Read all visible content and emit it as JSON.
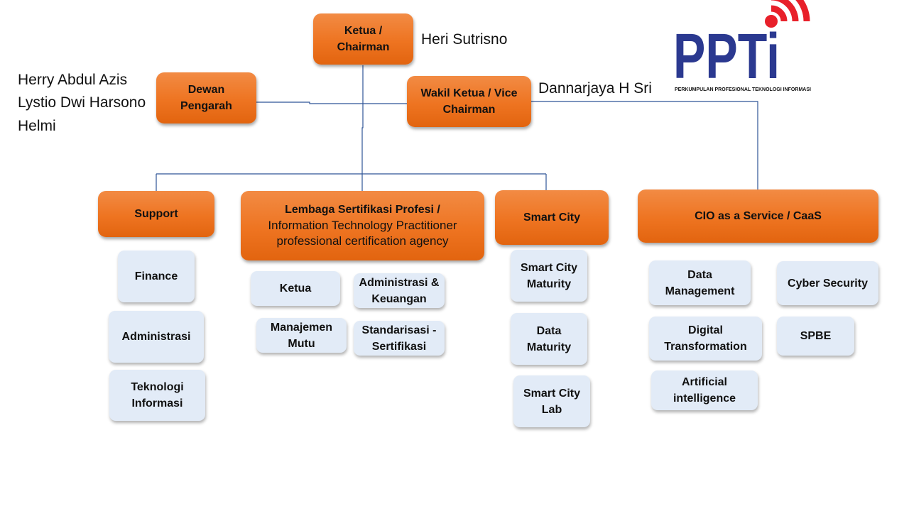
{
  "colors": {
    "orange": "#ee7421",
    "blue_box": "#e2ebf7",
    "connector": "#2f5597",
    "logo_blue": "#2b3990",
    "logo_red": "#e8202a"
  },
  "logo": {
    "letters": "PPTi",
    "tagline": "PERKUMPULAN PROFESIONAL TEKNOLOGI INFORMASI"
  },
  "leadership": {
    "chairman": {
      "line1": "Ketua /",
      "line2": "Chairman",
      "person": "Heri Sutrisno"
    },
    "board": {
      "line1": "Dewan",
      "line2": "Pengarah",
      "members": [
        "Herry Abdul Azis",
        "Lystio Dwi Harsono",
        "Helmi"
      ]
    },
    "vice": {
      "line1": "Wakil Ketua / Vice",
      "line2": "Chairman",
      "person": "Dannarjaya H Sri"
    }
  },
  "divisions": {
    "support": {
      "title": "Support",
      "items": [
        "Finance",
        "Administrasi",
        "Teknologi Informasi"
      ]
    },
    "lsp": {
      "title": "Lembaga Sertifikasi Profesi /",
      "subtitle": "Information Technology Practitioner professional certification agency",
      "items": [
        "Ketua",
        "Administrasi & Keuangan",
        "Manajemen Mutu",
        "Standarisasi - Sertifikasi"
      ]
    },
    "smart_city": {
      "title": "Smart City",
      "items": [
        "Smart City Maturity",
        "Data Maturity",
        "Smart City Lab"
      ]
    },
    "caas": {
      "title": "CIO as a Service / CaaS",
      "items": [
        "Data Management",
        "Cyber Security",
        "Digital Transformation",
        "SPBE",
        "Artificial intelligence"
      ]
    }
  }
}
